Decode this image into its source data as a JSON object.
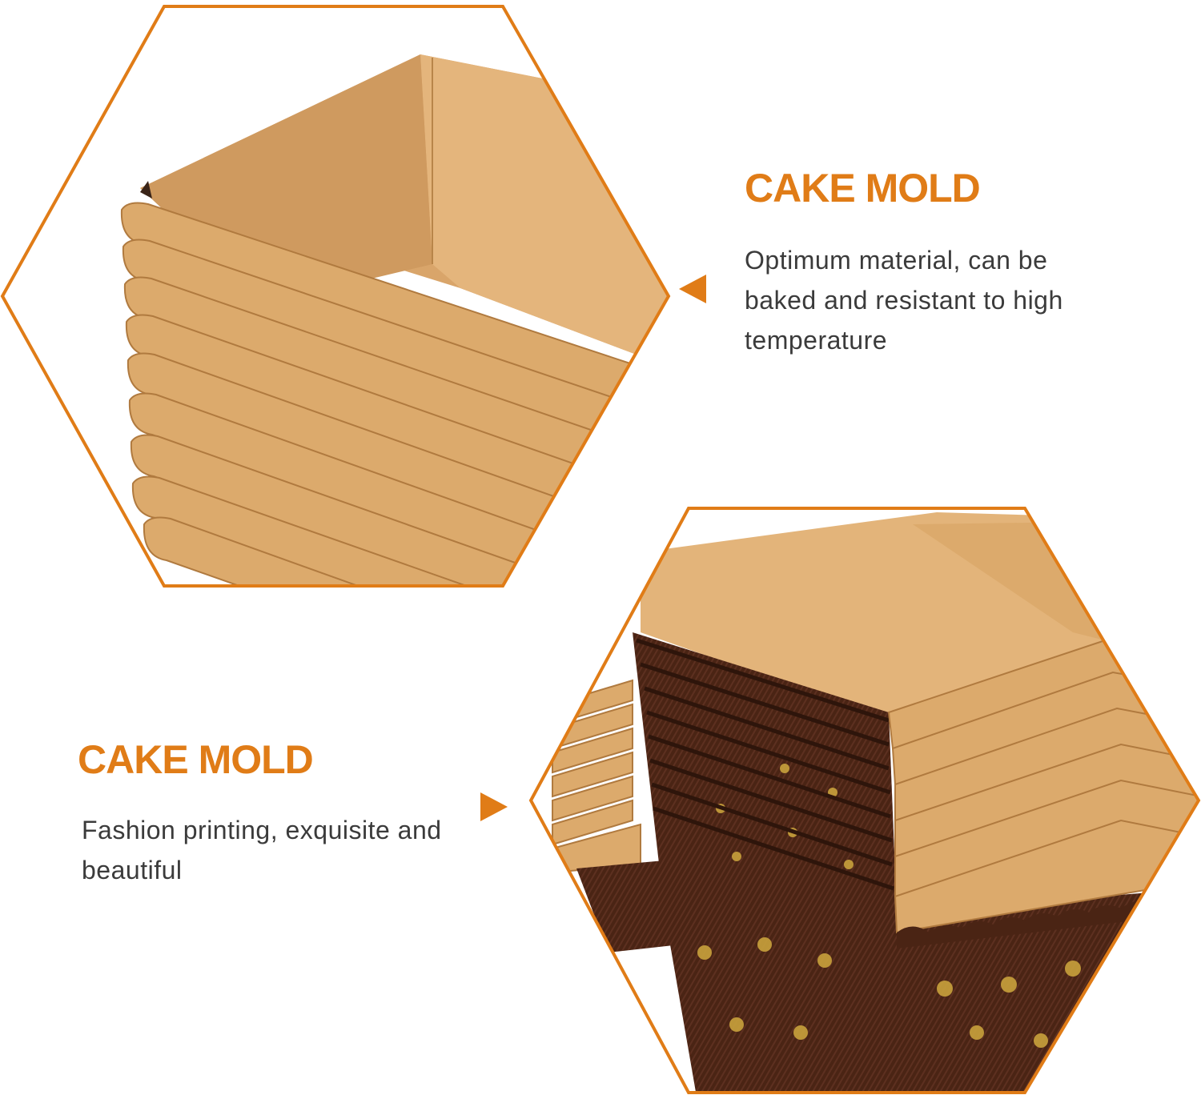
{
  "features": [
    {
      "title": "CAKE MOLD",
      "description": "Optimum material, can be baked and resistant to high temperature"
    },
    {
      "title": "CAKE MOLD",
      "description": "Fashion printing, exquisite and beautiful"
    }
  ],
  "colors": {
    "accent": "#e07c17",
    "text": "#3b3b3b",
    "kraft": "#d9a86c",
    "brown_print": "#4a2414",
    "gold_print": "#c9a23c"
  },
  "icons": [
    "triangle-pointer-left-icon",
    "triangle-pointer-right-icon"
  ]
}
